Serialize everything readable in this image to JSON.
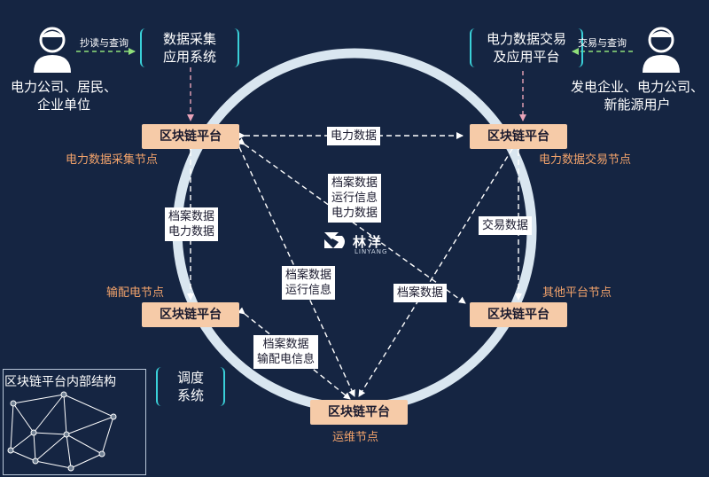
{
  "nodes": {
    "top_left": {
      "box": "区块链平台",
      "label": "电力数据采集节点"
    },
    "top_right": {
      "box": "区块链平台",
      "label": "电力数据交易节点"
    },
    "mid_left": {
      "box": "区块链平台",
      "label": "输配电节点"
    },
    "mid_right": {
      "box": "区块链平台",
      "label": "其他平台节点"
    },
    "bottom": {
      "box": "区块链平台",
      "label": "运维节点"
    }
  },
  "systems": {
    "collection": {
      "line1": "数据采集",
      "line2": "应用系统"
    },
    "trading": {
      "line1": "电力数据交易",
      "line2": "及应用平台"
    },
    "dispatch": {
      "line1": "调度",
      "line2": "系统"
    }
  },
  "users": {
    "left": {
      "line1": "电力公司、居民、",
      "line2": "企业单位"
    },
    "right": {
      "line1": "发电企业、电力公司、",
      "line2": "新能源用户"
    }
  },
  "edge_labels": {
    "read_query": "抄读与查询",
    "trade_query": "交易与查询",
    "top_edge": "电力数据",
    "center_l1": "档案数据",
    "center_l2": "运行信息",
    "center_l3": "电力数据",
    "left_edge_l1": "档案数据",
    "left_edge_l2": "电力数据",
    "right_edge": "交易数据",
    "mid_l1": "档案数据",
    "mid_l2": "运行信息",
    "mid_right_diag": "档案数据",
    "bottom_left_l1": "档案数据",
    "bottom_left_l2": "输配电信息"
  },
  "logo": {
    "name": "林洋",
    "sub": "LINYANG"
  },
  "legend": {
    "title": "区块链平台内部结构"
  },
  "colors": {
    "background": "#152542",
    "node": "#f6cba8",
    "node_label": "#f3a36b",
    "ring": "#d9e6f0",
    "accent": "#3ad0d8"
  }
}
